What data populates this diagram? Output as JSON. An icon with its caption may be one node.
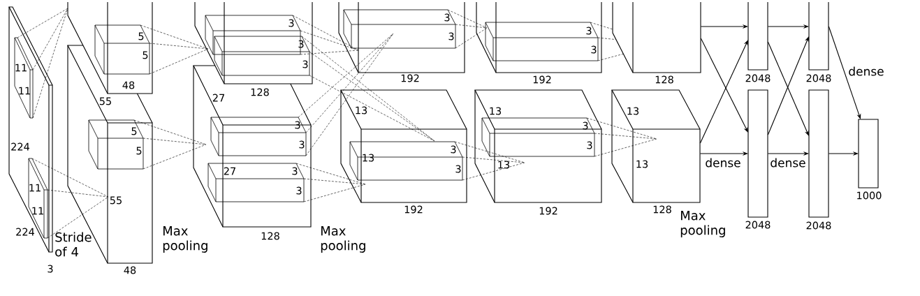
{
  "diagram": {
    "nodes": [
      {
        "text": [],
        "shape": "box",
        "beside": [
          "128"
        ]
      },
      {
        "text": [],
        "shape": "box",
        "beside": [
          "128"
        ]
      },
      {
        "text": [],
        "shape": "bar",
        "beside": [
          "2048"
        ]
      },
      {
        "text": [],
        "shape": "bar",
        "beside": [
          "2048"
        ]
      },
      {
        "text": [],
        "shape": "bar",
        "beside": [
          "2048"
        ]
      },
      {
        "text": [],
        "shape": "bar",
        "beside": [
          "2048"
        ]
      },
      {
        "text": [],
        "shape": "bar",
        "beside": [
          "1000"
        ]
      }
    ],
    "edges": [
      {
        "from": 0,
        "to": 2,
        "arrow": "to"
      },
      {
        "from": 0,
        "to": 3,
        "arrow": "to"
      },
      {
        "from": 1,
        "to": 2,
        "arrow": "to"
      },
      {
        "from": 1,
        "to": 3,
        "arrow": "to",
        "label": "dense"
      },
      {
        "from": 2,
        "to": 4,
        "arrow": "to"
      },
      {
        "from": 2,
        "to": 5,
        "arrow": "to"
      },
      {
        "from": 3,
        "to": 4,
        "arrow": "to"
      },
      {
        "from": 3,
        "to": 5,
        "arrow": "to",
        "label": "dense"
      },
      {
        "from": 4,
        "to": 6,
        "arrow": "to",
        "label": "dense"
      },
      {
        "from": 5,
        "to": 6,
        "arrow": "to"
      }
    ],
    "labels": [
      "11",
      "11",
      "224",
      "11",
      "11",
      "224",
      "Stride of 4",
      "3",
      "5",
      "5",
      "48",
      "55",
      "5",
      "5",
      "55",
      "48",
      "Max pooling",
      "3",
      "3",
      "3",
      "128",
      "27",
      "3",
      "3",
      "27",
      "3",
      "3",
      "128",
      "Max pooling",
      "3",
      "3",
      "192",
      "13",
      "13",
      "3",
      "3",
      "192",
      "3",
      "3",
      "192",
      "13",
      "3",
      "3",
      "13",
      "192",
      "13",
      "13",
      "Max pooling"
    ]
  }
}
